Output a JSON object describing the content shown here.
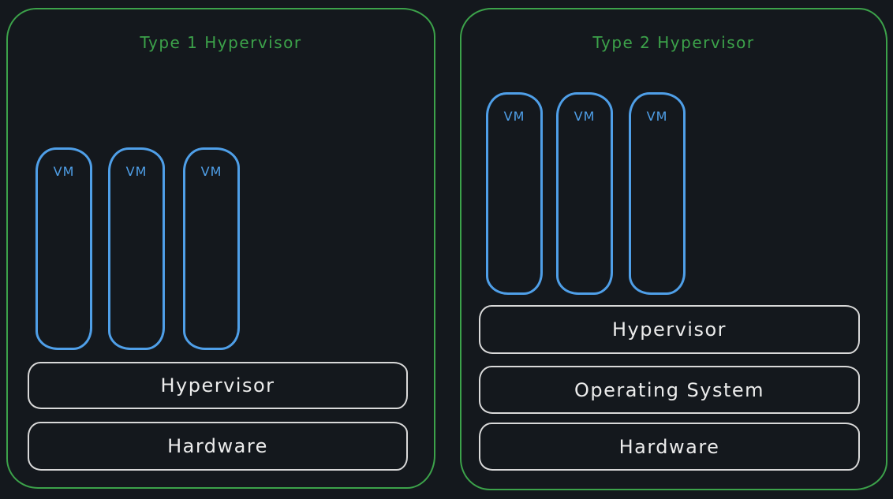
{
  "colors": {
    "green": "#3ca24a",
    "blue": "#4f9fe8",
    "stroke_white": "#d9d9d9",
    "text_white": "#ececec",
    "background": "#14181d"
  },
  "panels": [
    {
      "title": "Type 1 Hypervisor",
      "vms": [
        "VM",
        "VM",
        "VM"
      ],
      "layers": [
        "Hypervisor",
        "Hardware"
      ]
    },
    {
      "title": "Type 2 Hypervisor",
      "vms": [
        "VM",
        "VM",
        "VM"
      ],
      "layers": [
        "Hypervisor",
        "Operating System",
        "Hardware"
      ]
    }
  ]
}
